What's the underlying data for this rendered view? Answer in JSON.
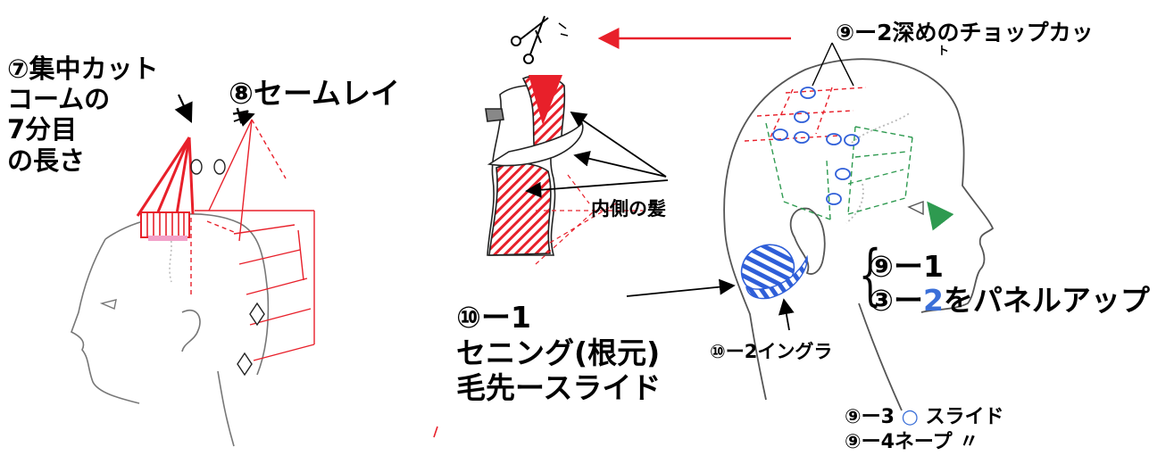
{
  "labels": {
    "concentrated_cut": [
      "⑦集中カット",
      "コームの",
      "7分目",
      "の長さ"
    ],
    "same_layer": [
      "⑧セームレイ",
      "ヤ"
    ],
    "inner_hair": "内側の髪",
    "deep_chop": [
      "⑨ー2深めのチョップカッ",
      "ト"
    ],
    "panel_up": {
      "line1": "⑨ー1",
      "line2_prefix": "③ー",
      "line2_accent": "2",
      "line2_suffix": "をパネルアップ"
    },
    "thinning": [
      "⑩ー1",
      "セニング(根元)",
      "毛先ースライド"
    ],
    "ingura": "⑩ー2イングラ",
    "nape": {
      "line1_prefix": "⑨ー3",
      "line1_symbol": "○",
      "line1_suffix": "スライド",
      "line2": "⑨ー4ネープ 〃"
    }
  },
  "colors": {
    "cut_red": "#e8202a",
    "section_green": "#2e9a50",
    "mark_blue": "#2f5fd8",
    "outline": "#777777",
    "text": "#000000"
  },
  "icons": [
    "scissors-icon",
    "left-arrow-icon",
    "diamond-icon",
    "eye-icon"
  ]
}
